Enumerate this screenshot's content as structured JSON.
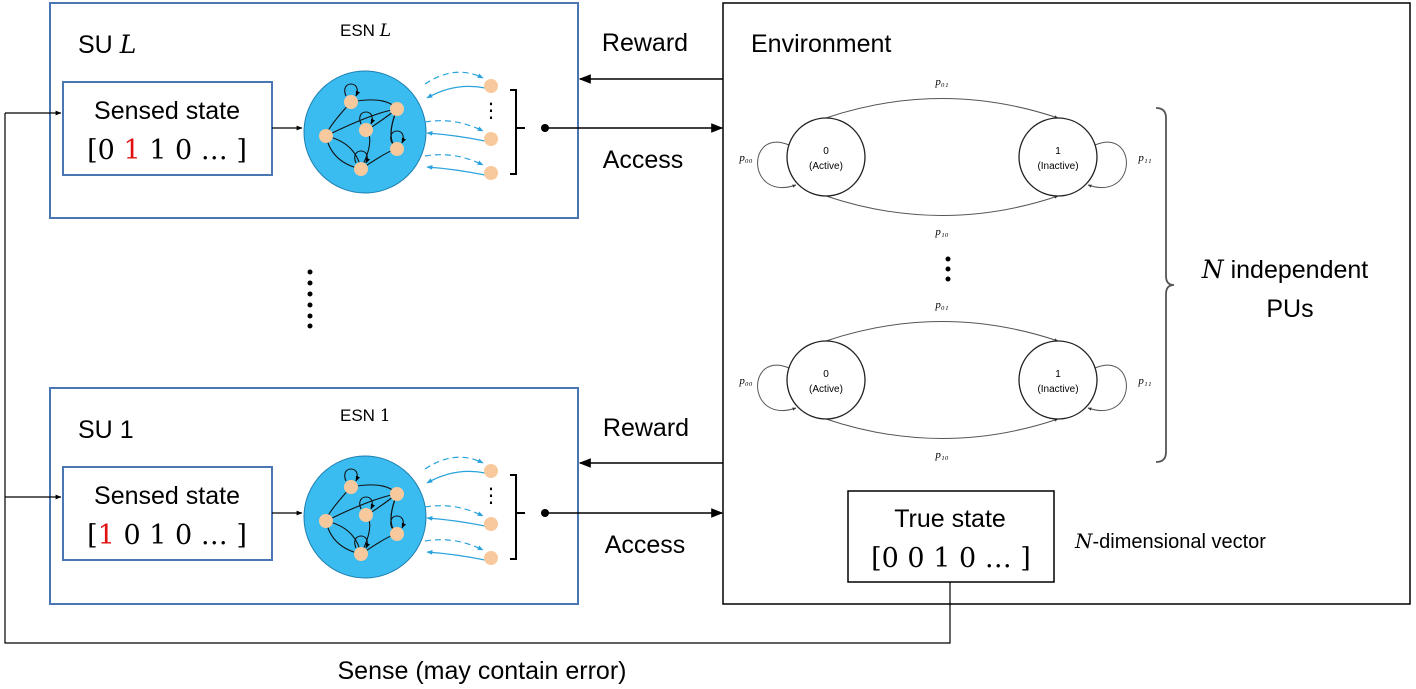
{
  "su_top": {
    "title_prefix": "SU ",
    "title_var": "L",
    "esn_prefix": "ESN ",
    "esn_var": "L",
    "sensed_label": "Sensed state",
    "vector": {
      "open": "[",
      "items": [
        "0",
        "1",
        "1",
        "0"
      ],
      "highlight_index": 1,
      "ellipsis": "…",
      "close": "]"
    }
  },
  "su_bottom": {
    "title_prefix": "SU ",
    "title_var": "1",
    "esn_prefix": "ESN ",
    "esn_var": "1",
    "sensed_label": "Sensed state",
    "vector": {
      "open": "[",
      "items": [
        "1",
        "0",
        "1",
        "0"
      ],
      "highlight_index": 0,
      "ellipsis": "…",
      "close": "]"
    }
  },
  "links": {
    "reward": "Reward",
    "access": "Access",
    "sense": "Sense (may contain error)",
    "vdots": "⋮"
  },
  "environment": {
    "title": "Environment",
    "markov": {
      "state0_num": "0",
      "state0_label": "(Active)",
      "state1_num": "1",
      "state1_label": "(Inactive)",
      "p00": "p₀₀",
      "p01": "p₀₁",
      "p10": "p₁₀",
      "p11": "p₁₁"
    },
    "pu_count_var": "N",
    "pu_label_1": " independent",
    "pu_label_2": "PUs",
    "true_state_label": "True state",
    "true_vector": "[0 0 1 0  … ]",
    "vector_note_var": "N",
    "vector_note": "-dimensional vector"
  },
  "colors": {
    "su_border": "#4a77b4",
    "esn_fill": "#3bbcf0",
    "node_fill": "#f8c99c",
    "readout": "#2aa3dc",
    "highlight": "#e01010"
  }
}
